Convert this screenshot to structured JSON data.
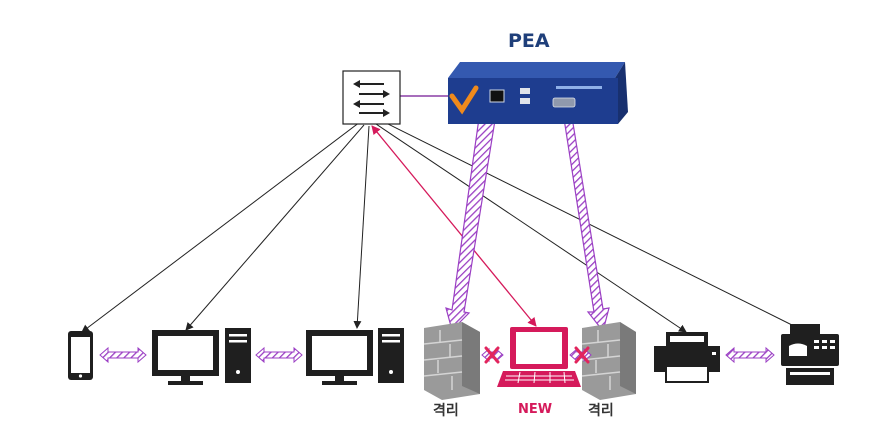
{
  "labels": {
    "pea": "PEA",
    "firewall_left": "격리",
    "new_device": "NEW",
    "firewall_right": "격리"
  },
  "colors": {
    "pea_label": "#1f3f7a",
    "new_device": "#d51a5b",
    "hatched_arrow": "#9b3fc4",
    "block_mark": "#e2255d",
    "device_dark": "#1f1f1f",
    "firewall": "#9a9a9a",
    "pea_body": "#1e3d8f",
    "pea_accent": "#f08a1c"
  },
  "icons": [
    "switch-icon",
    "pea-appliance-icon",
    "smartphone-icon",
    "desktop-icon",
    "firewall-icon",
    "laptop-icon",
    "printer-icon",
    "fax-icon",
    "block-x-icon"
  ]
}
